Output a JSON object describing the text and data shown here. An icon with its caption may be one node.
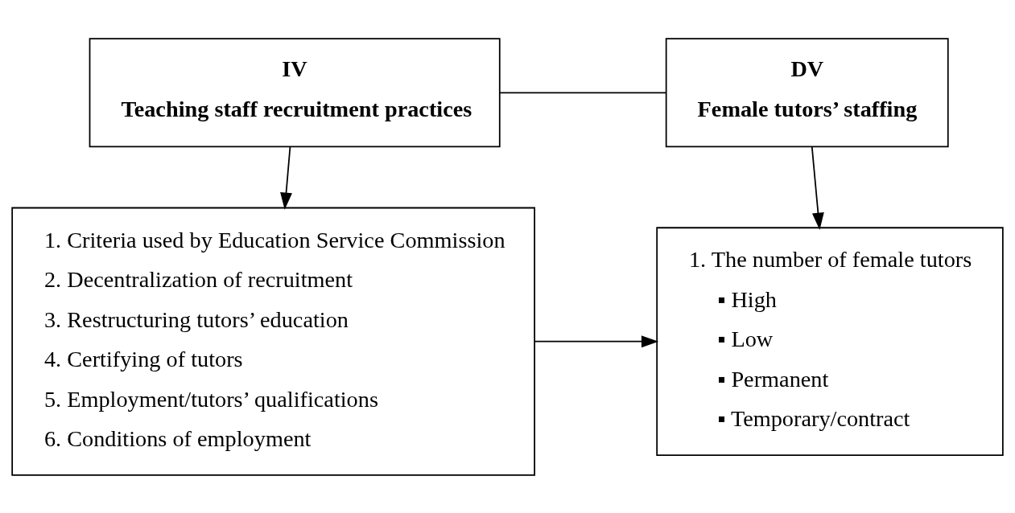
{
  "diagram": {
    "nodes": [
      {
        "text": [
          "IV",
          "Teaching staff recruitment practices"
        ]
      },
      {
        "text": [
          "DV",
          "Female tutors’ staffing"
        ]
      },
      {
        "text": [
          "1. Criteria used by Education Service Commission",
          "2. Decentralization of recruitment",
          "3. Restructuring tutors’ education",
          "4. Certifying of tutors",
          "5. Employment/tutors’ qualifications",
          "6. Conditions of employment"
        ]
      },
      {
        "text": [
          "1. The number of female tutors",
          "▪ High",
          "▪ Low",
          "▪ Permanent",
          "▪ Temporary/contract"
        ]
      }
    ],
    "edges": [
      {
        "from": 0,
        "to": 1,
        "arrow": "none"
      },
      {
        "from": 0,
        "to": 2,
        "arrow": "to"
      },
      {
        "from": 1,
        "to": 3,
        "arrow": "to"
      },
      {
        "from": 2,
        "to": 3,
        "arrow": "to"
      }
    ]
  }
}
